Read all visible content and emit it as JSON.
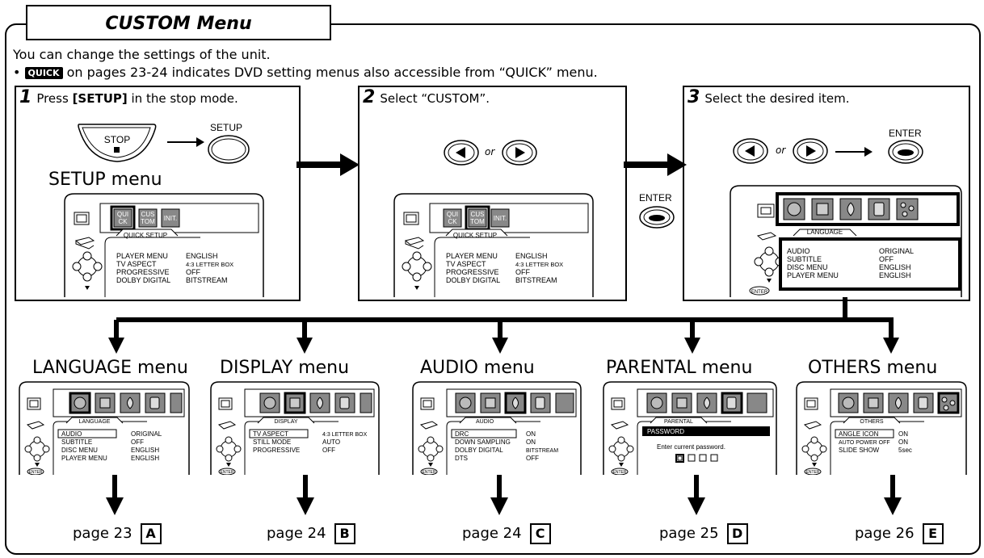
{
  "header": {
    "title": "CUSTOM Menu"
  },
  "intro": {
    "line1": "You can change the settings of the unit.",
    "bullet": "•",
    "quick_badge": "QUICK",
    "line2_rest": " on pages 23-24 indicates DVD setting menus also accessible from “QUICK” menu."
  },
  "steps": [
    {
      "num": "1",
      "pre": "Press ",
      "key": "[SETUP]",
      "post": " in the stop mode.",
      "stop_btn": "STOP",
      "setup_btn": "SETUP",
      "menu_title": "SETUP menu"
    },
    {
      "num": "2",
      "text": "Select “CUSTOM”.",
      "or": "or"
    },
    {
      "num": "3",
      "text": "Select the desired item.",
      "or": "or",
      "enter_btn": "ENTER"
    }
  ],
  "between_enter": "ENTER",
  "setup_tabs": [
    "QUI CK",
    "CUS TOM",
    "INIT."
  ],
  "quick_setup": {
    "title": "QUICK SETUP",
    "rows": [
      [
        "PLAYER MENU",
        "ENGLISH"
      ],
      [
        "TV ASPECT",
        "4:3 LETTER BOX"
      ],
      [
        "PROGRESSIVE",
        "OFF"
      ],
      [
        "DOLBY DIGITAL",
        "BITSTREAM"
      ]
    ]
  },
  "language_rows": [
    [
      "AUDIO",
      "ORIGINAL"
    ],
    [
      "SUBTITLE",
      "OFF"
    ],
    [
      "DISC MENU",
      "ENGLISH"
    ],
    [
      "PLAYER MENU",
      "ENGLISH"
    ]
  ],
  "enter_small": "ENTER",
  "submenus": [
    {
      "title": "LANGUAGE menu",
      "screen_title": "LANGUAGE",
      "selected_icon": 0,
      "rows": [
        [
          "AUDIO",
          "ORIGINAL"
        ],
        [
          "SUBTITLE",
          "OFF"
        ],
        [
          "DISC MENU",
          "ENGLISH"
        ],
        [
          "PLAYER MENU",
          "ENGLISH"
        ]
      ],
      "page": "page 23",
      "letter": "A"
    },
    {
      "title": "DISPLAY menu",
      "screen_title": "DISPLAY",
      "selected_icon": 1,
      "rows": [
        [
          "TV ASPECT",
          "4:3 LETTER BOX"
        ],
        [
          "STILL MODE",
          "AUTO"
        ],
        [
          "PROGRESSIVE",
          "OFF"
        ]
      ],
      "page": "page 24",
      "letter": "B"
    },
    {
      "title": "AUDIO menu",
      "screen_title": "AUDIO",
      "selected_icon": 2,
      "rows": [
        [
          "DRC",
          "ON"
        ],
        [
          "DOWN SAMPLING",
          "ON"
        ],
        [
          "DOLBY DIGITAL",
          "BITSTREAM"
        ],
        [
          "DTS",
          "OFF"
        ]
      ],
      "page": "page 24",
      "letter": "C"
    },
    {
      "title": "PARENTAL menu",
      "screen_title": "PARENTAL",
      "selected_icon": 3,
      "password_label": "PASSWORD",
      "password_prompt": "Enter current password.",
      "page": "page 25",
      "letter": "D"
    },
    {
      "title": "OTHERS menu",
      "screen_title": "OTHERS",
      "selected_icon": 4,
      "rows": [
        [
          "ANGLE ICON",
          "ON"
        ],
        [
          "AUTO POWER OFF",
          "ON"
        ],
        [
          "SLIDE SHOW",
          "5sec"
        ]
      ],
      "page": "page 26",
      "letter": "E"
    }
  ]
}
